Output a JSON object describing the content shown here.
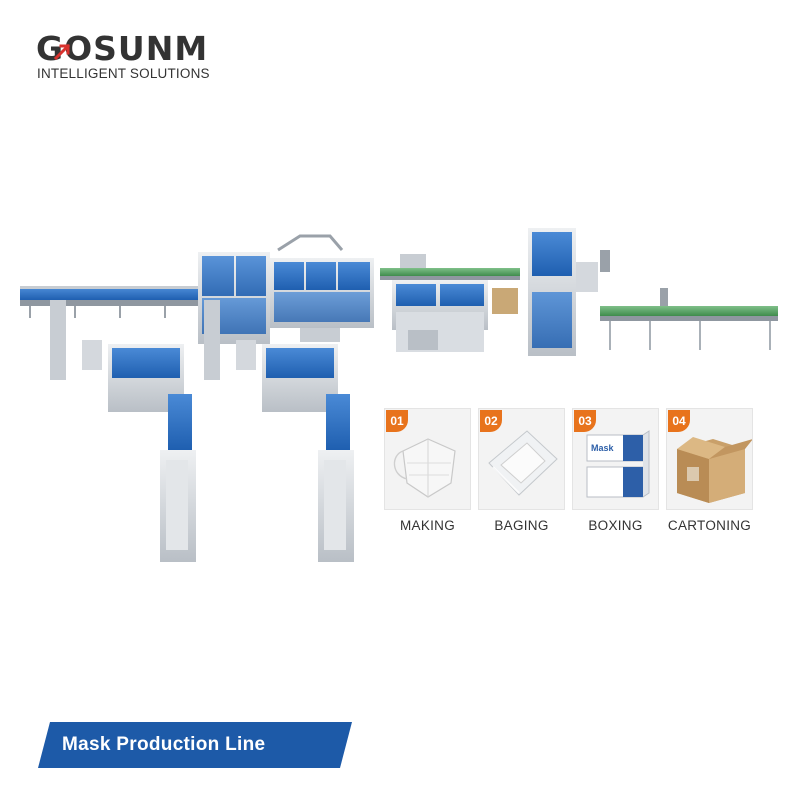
{
  "logo": {
    "brand": "GOSUNM",
    "tagline": "INTELLIGENT SOLUTIONS"
  },
  "steps": [
    {
      "number": "01",
      "label": "MAKING",
      "icon": "mask-icon"
    },
    {
      "number": "02",
      "label": "BAGING",
      "icon": "bagged-mask-icon"
    },
    {
      "number": "03",
      "label": "BOXING",
      "icon": "mask-box-icon"
    },
    {
      "number": "04",
      "label": "CARTONING",
      "icon": "carton-icon"
    }
  ],
  "box_label": "Mask",
  "banner": {
    "title": "Mask Production Line"
  },
  "colors": {
    "brand_red": "#d9322e",
    "accent_orange": "#e8731c",
    "machine_blue": "#2d6fc2",
    "banner_blue": "#1d5aa8"
  }
}
